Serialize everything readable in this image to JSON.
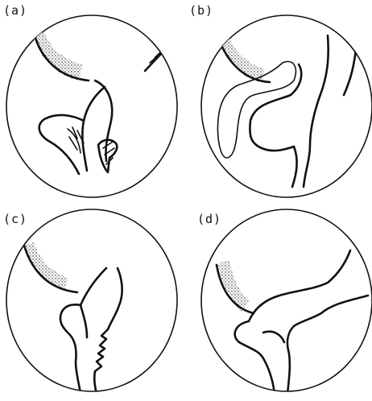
{
  "panels": [
    {
      "label": "(a)"
    },
    {
      "label": "(b)"
    },
    {
      "label": "(c)"
    },
    {
      "label": "(d)"
    }
  ],
  "colors": {
    "ink": "#111111",
    "background": "#ffffff"
  }
}
